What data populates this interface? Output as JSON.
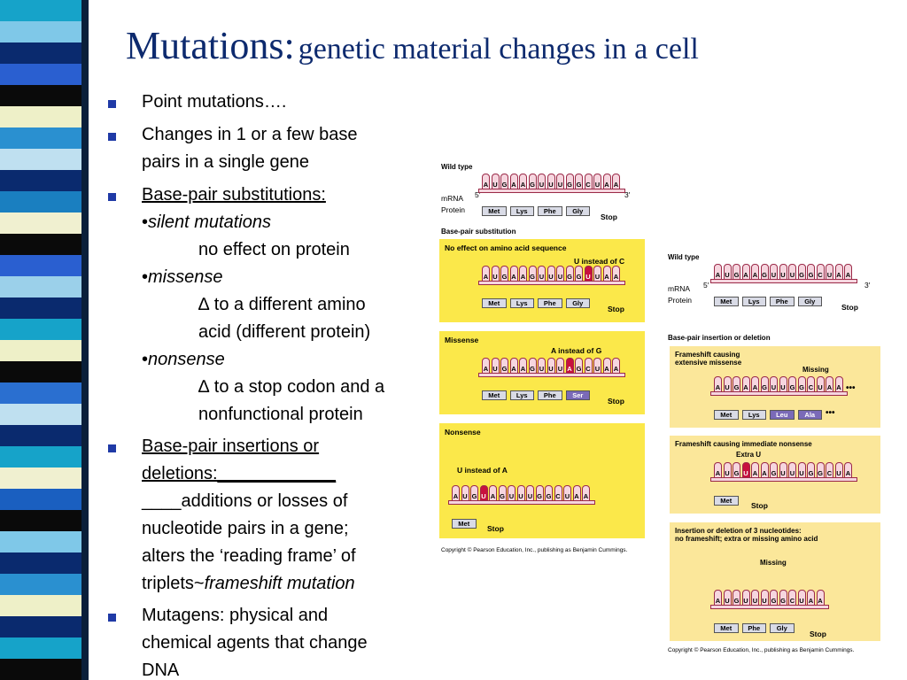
{
  "title": {
    "main": "Mutations:",
    "sub": "genetic material changes in a cell"
  },
  "bullets": {
    "b1": "Point mutations….",
    "b2_l1": "Changes in 1 or a few base",
    "b2_l2": "pairs in a single gene",
    "b3_head": "Base-pair substitutions:",
    "b3_silent": "silent mutations",
    "b3_silent_desc": "no effect on protein",
    "b3_missense": "missense",
    "b3_missense_desc1": "∆ to a different amino",
    "b3_missense_desc2": "acid (different protein)",
    "b3_nonsense": "nonsense",
    "b3_nonsense_desc1": "∆ to a stop codon and a",
    "b3_nonsense_desc2": "nonfunctional protein",
    "b4_l1": "Base-pair insertions or",
    "b4_l2": "deletions:____________",
    "b4_l3": "____additions or losses of",
    "b4_l4": "nucleotide pairs in a gene;",
    "b4_l5": "alters the ‘reading frame’ of",
    "b4_l6a": "triplets~",
    "b4_l6b": "frameshift mutation",
    "b5_l1": "Mutagens: physical and",
    "b5_l2": "chemical agents that change",
    "b5_l3": "DNA",
    "bullet_char": "•"
  },
  "figure_left": {
    "wild_type": "Wild type",
    "mrna": "mRNA",
    "protein": "Protein",
    "five": "5′",
    "three": "3′",
    "stop": "Stop",
    "substitution_title": "Base-pair substitution",
    "p1_title": "No effect on amino acid sequence",
    "p1_note": "U instead of C",
    "p2_title": "Missense",
    "p2_note": "A instead of G",
    "p3_title": "Nonsense",
    "p3_note": "U instead of A",
    "copyright": "Copyright © Pearson Education, Inc., publishing as Benjamin Cummings."
  },
  "figure_right": {
    "wild_type": "Wild type",
    "mrna": "mRNA",
    "protein": "Protein",
    "five": "5′",
    "three": "3′",
    "stop": "Stop",
    "indel_title": "Base-pair insertion or deletion",
    "p1_title1": "Frameshift causing",
    "p1_title2": "extensive missense",
    "p1_note": "Missing",
    "p2_title": "Frameshift causing immediate nonsense",
    "p2_note": "Extra U",
    "p3_title1": "Insertion or deletion of 3 nucleotides:",
    "p3_title2": "no frameshift; extra or missing amino acid",
    "p3_note": "Missing",
    "copyright": "Copyright © Pearson Education, Inc., publishing as Benjamin Cummings."
  },
  "sequences": {
    "wild": [
      "A",
      "U",
      "G",
      "A",
      "A",
      "G",
      "U",
      "U",
      "U",
      "G",
      "G",
      "C",
      "U",
      "A",
      "A"
    ],
    "silent": [
      "A",
      "U",
      "G",
      "A",
      "A",
      "G",
      "U",
      "U",
      "U",
      "G",
      "G",
      "U",
      "U",
      "A",
      "A"
    ],
    "missense": [
      "A",
      "U",
      "G",
      "A",
      "A",
      "G",
      "U",
      "U",
      "U",
      "A",
      "G",
      "C",
      "U",
      "A",
      "A"
    ],
    "nonsense": [
      "A",
      "U",
      "G",
      "U",
      "A",
      "G",
      "U",
      "U",
      "U",
      "G",
      "G",
      "C",
      "U",
      "A",
      "A"
    ],
    "frameshift_missense": [
      "A",
      "U",
      "G",
      "A",
      "A",
      "G",
      "U",
      "U",
      "G",
      "G",
      "C",
      "U",
      "A",
      "A"
    ],
    "frameshift_nonsense": [
      "A",
      "U",
      "G",
      "U",
      "A",
      "A",
      "G",
      "U",
      "U",
      "U",
      "G",
      "G",
      "C",
      "U",
      "A"
    ],
    "del3": [
      "A",
      "U",
      "G",
      "U",
      "U",
      "U",
      "G",
      "G",
      "C",
      "U",
      "A",
      "A"
    ]
  },
  "proteins": {
    "wild": [
      "Met",
      "Lys",
      "Phe",
      "Gly"
    ],
    "silent": [
      "Met",
      "Lys",
      "Phe",
      "Gly"
    ],
    "missense": [
      "Met",
      "Lys",
      "Phe",
      "Ser"
    ],
    "nonsense": [
      "Met"
    ],
    "frameshift_missense": [
      "Met",
      "Lys",
      "Leu",
      "Ala"
    ],
    "frameshift_nonsense": [
      "Met"
    ],
    "del3": [
      "Met",
      "Phe",
      "Gly"
    ]
  },
  "colors": {
    "title": "#0d2a6e",
    "bullet_square": "#1f3aa6",
    "panel_yellow": "#fbe84a",
    "panel_pale": "#fbe79a",
    "mrna_fill": "#f6d6df",
    "mrna_stroke": "#9b2a48",
    "mutant_fill": "#c8103e",
    "protein_fill": "#d9dbe6",
    "protein_mutant": "#7a6ab8"
  },
  "stripe_colors": [
    "#16a3c9",
    "#7fc8e8",
    "#0a2a6e",
    "#2a5fd0",
    "#0a0a0a",
    "#eef0c8",
    "#2a90d0",
    "#bfe0f0",
    "#0a2a6e",
    "#1a7fc0",
    "#f0f0d0",
    "#0a0a0a",
    "#2a5fd0",
    "#9bd0ea",
    "#0a2a6e",
    "#16a3c9",
    "#eef0c8",
    "#0a0a0a",
    "#2a6fd0",
    "#bfe0f0",
    "#0a2a6e",
    "#16a3c9",
    "#f0f0d0",
    "#1a5fc0",
    "#0a0a0a",
    "#7fc8e8",
    "#0a2a6e",
    "#2a90d0",
    "#eef0c8",
    "#0a2a6e",
    "#16a3c9",
    "#0a0a0a"
  ]
}
